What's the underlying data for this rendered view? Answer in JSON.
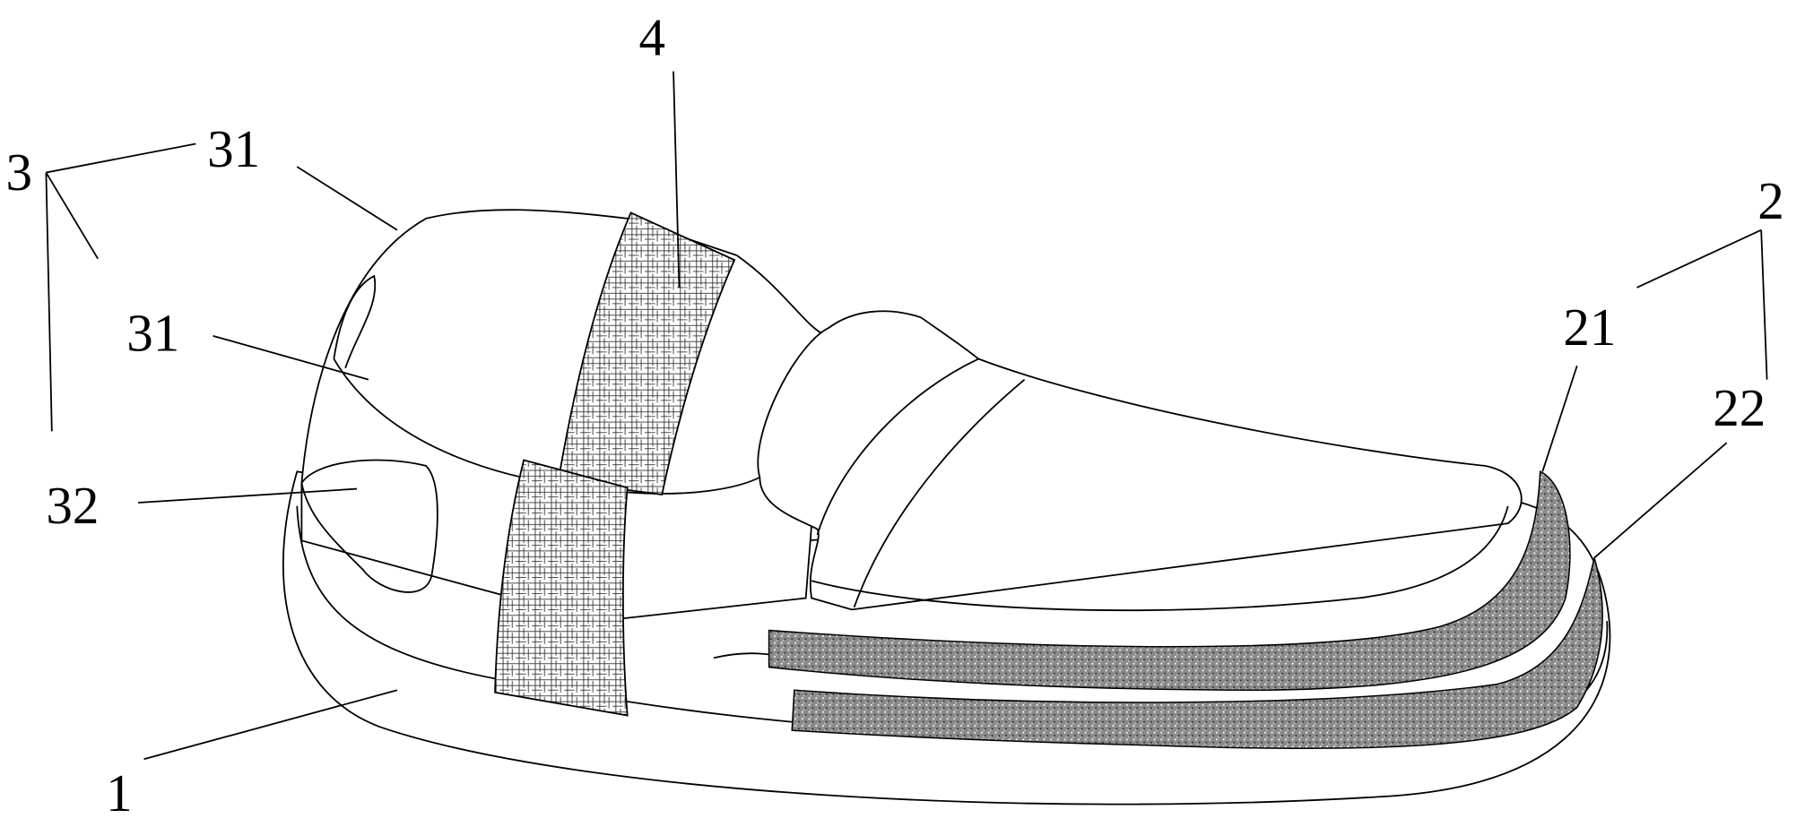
{
  "figure": {
    "labels": {
      "l3": "3",
      "l31a": "31",
      "l31b": "31",
      "l32": "32",
      "l4": "4",
      "l2": "2",
      "l21": "21",
      "l22": "22",
      "l1": "1"
    }
  }
}
